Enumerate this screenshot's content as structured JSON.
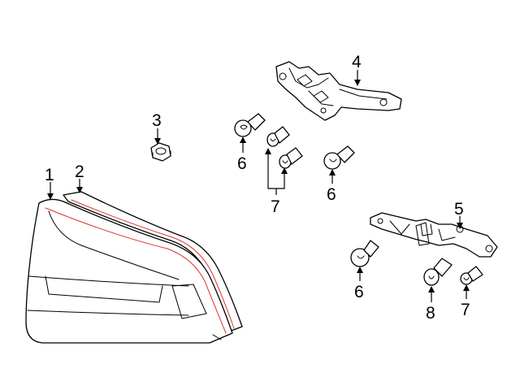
{
  "callouts": {
    "c1": "1",
    "c2": "2",
    "c3": "3",
    "c4": "4",
    "c5": "5",
    "c6a": "6",
    "c6b": "6",
    "c6c": "6",
    "c7a": "7",
    "c7b": "7",
    "c8": "8"
  },
  "colors": {
    "line": "#000000",
    "accent_red": "#d9372f",
    "background": "#ffffff"
  }
}
